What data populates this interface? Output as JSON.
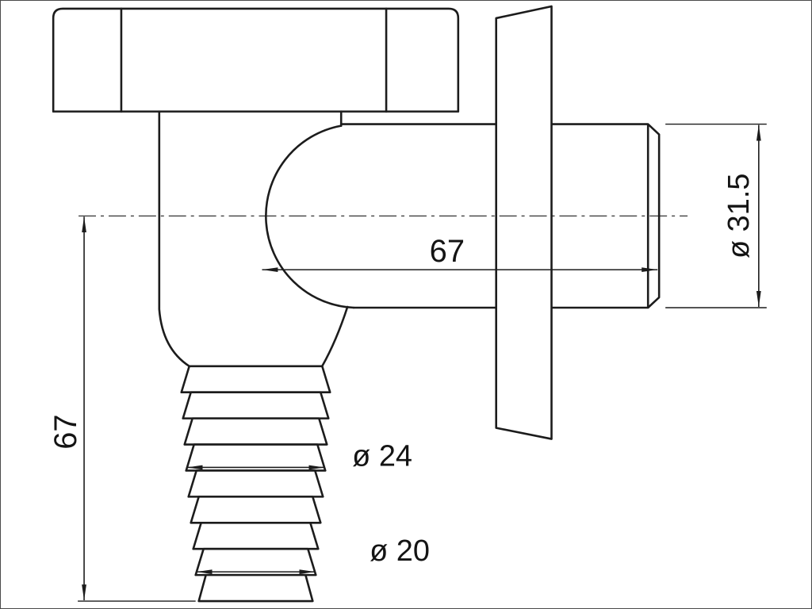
{
  "drawing": {
    "dimensions": {
      "horizontal_length": "67",
      "outlet_diameter": "ø 31.5",
      "vertical_length": "67",
      "barb_diameter_upper": "ø 24",
      "barb_diameter_lower": "ø 20"
    },
    "colors": {
      "line": "#1c1c1c",
      "background": "#ffffff"
    }
  }
}
